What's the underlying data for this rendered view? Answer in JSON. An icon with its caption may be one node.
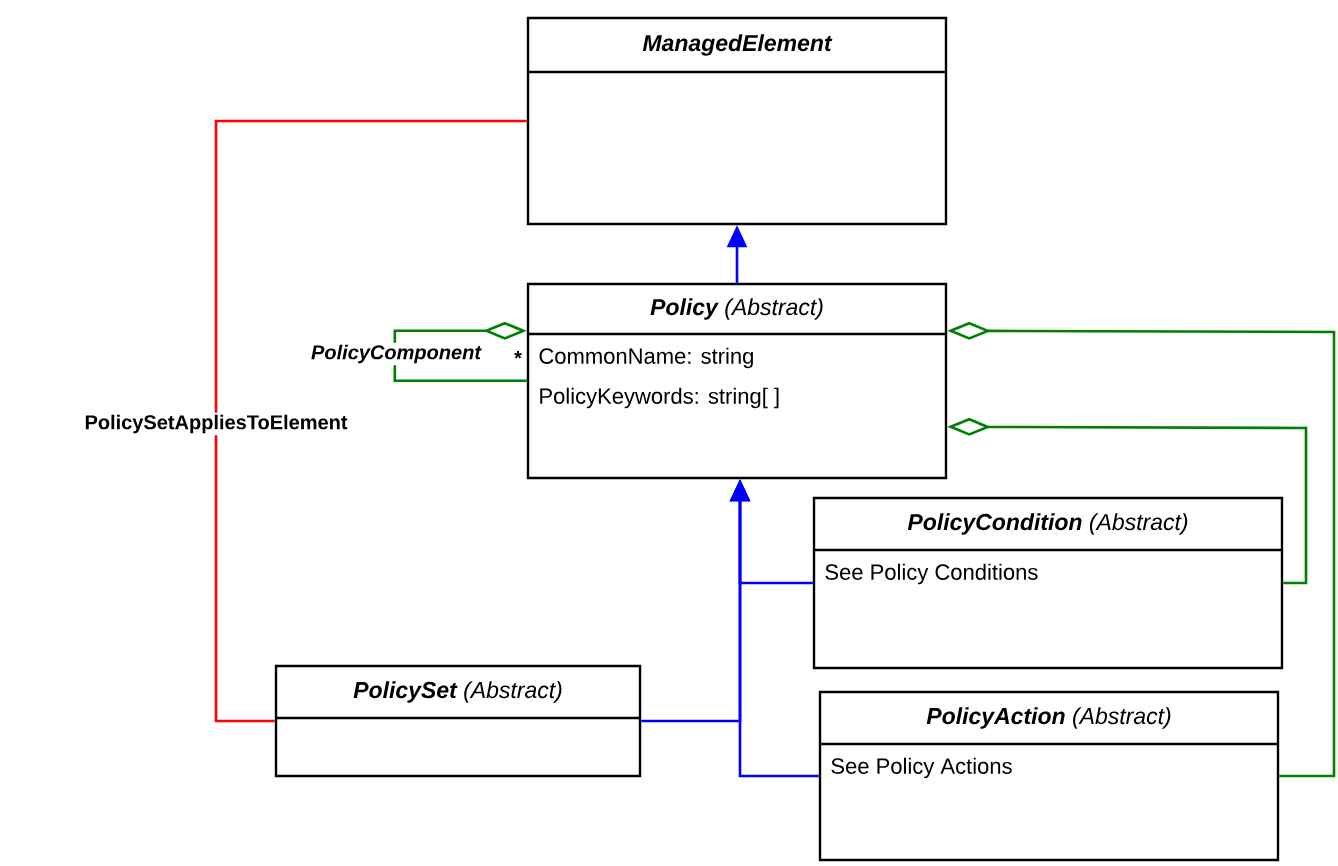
{
  "diagram": {
    "nodes": [
      {
        "text": [
          "ManagedElement"
        ]
      },
      {
        "text": [
          "**Policy** (Abstract)",
          "CommonName:  string",
          "PolicyKeywords:  string[ ]"
        ]
      },
      {
        "text": [
          "**PolicyCondition** (Abstract)",
          "See Policy Conditions"
        ]
      },
      {
        "text": [
          "**PolicySet** (Abstract)"
        ]
      },
      {
        "text": [
          "**PolicyAction** (Abstract)",
          "See Policy Actions"
        ]
      }
    ],
    "edges": [
      {
        "from": 1,
        "to": 0,
        "arrow": "to"
      },
      {
        "from": 2,
        "to": 1,
        "arrow": "to"
      },
      {
        "from": 3,
        "to": 1,
        "arrow": "to"
      },
      {
        "from": 4,
        "to": 1,
        "arrow": "to"
      },
      {
        "from": 3,
        "to": 0,
        "arrow": "none",
        "label": "PolicySetAppliesToElement",
        "color": "#ff0000"
      },
      {
        "from": 1,
        "to": 1,
        "arrow": "other",
        "label": "PolicyComponent",
        "color": "#008000"
      },
      {
        "from": 1,
        "to": 4,
        "arrow": "other",
        "color": "#008000"
      },
      {
        "from": 1,
        "to": 2,
        "arrow": "other",
        "color": "#008000"
      }
    ],
    "labels": [
      "*"
    ]
  }
}
